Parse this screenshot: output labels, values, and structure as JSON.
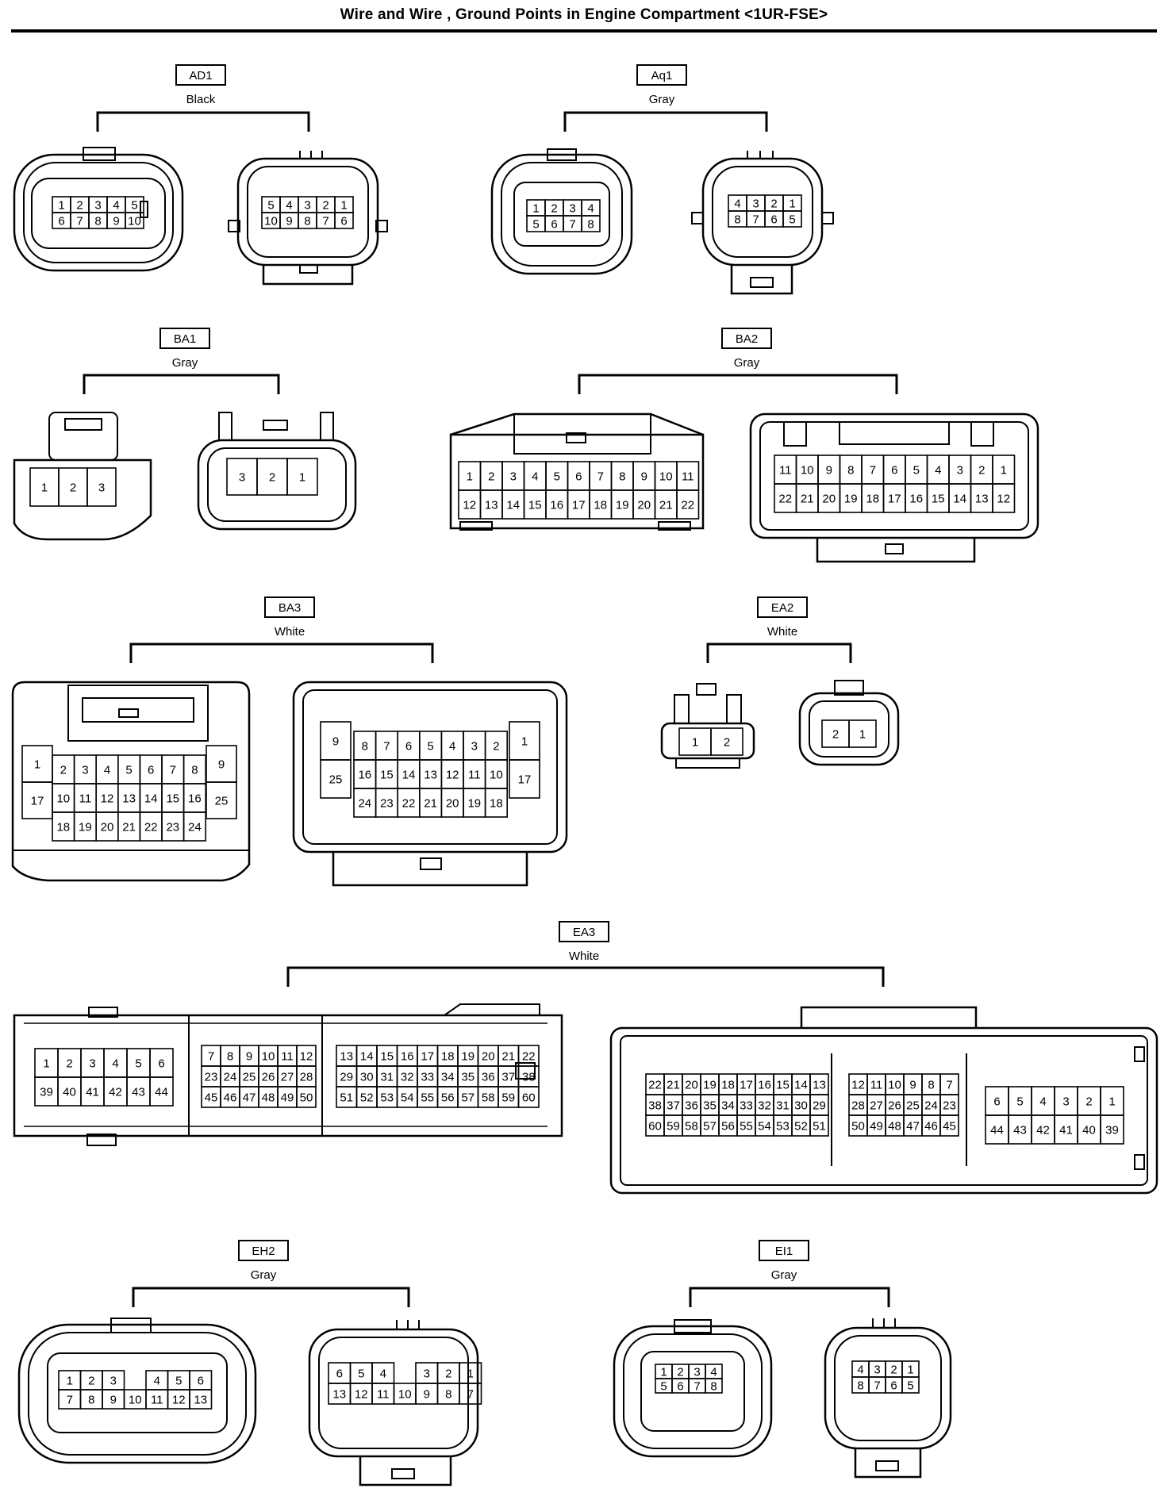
{
  "title": "Wire and Wire , Ground Points in Engine Compartment <1UR-FSE>",
  "connectors": [
    {
      "code": "AD1",
      "color": "Black",
      "left": [
        [
          "1",
          "2",
          "3",
          "4",
          "5"
        ],
        [
          "6",
          "7",
          "8",
          "9",
          "10"
        ]
      ],
      "right": [
        [
          "5",
          "4",
          "3",
          "2",
          "1"
        ],
        [
          "10",
          "9",
          "8",
          "7",
          "6"
        ]
      ]
    },
    {
      "code": "Aq1",
      "color": "Gray",
      "left": [
        [
          "1",
          "2",
          "3",
          "4"
        ],
        [
          "5",
          "6",
          "7",
          "8"
        ]
      ],
      "right": [
        [
          "4",
          "3",
          "2",
          "1"
        ],
        [
          "8",
          "7",
          "6",
          "5"
        ]
      ]
    },
    {
      "code": "BA1",
      "color": "Gray",
      "left": [
        [
          "1",
          "2",
          "3"
        ]
      ],
      "right": [
        [
          "3",
          "2",
          "1"
        ]
      ]
    },
    {
      "code": "BA2",
      "color": "Gray",
      "left": [
        [
          "1",
          "2",
          "3",
          "4",
          "5",
          "6",
          "7",
          "8",
          "9",
          "10",
          "11"
        ],
        [
          "12",
          "13",
          "14",
          "15",
          "16",
          "17",
          "18",
          "19",
          "20",
          "21",
          "22"
        ]
      ],
      "right": [
        [
          "11",
          "10",
          "9",
          "8",
          "7",
          "6",
          "5",
          "4",
          "3",
          "2",
          "1"
        ],
        [
          "22",
          "21",
          "20",
          "19",
          "18",
          "17",
          "16",
          "15",
          "14",
          "13",
          "12"
        ]
      ]
    },
    {
      "code": "BA3",
      "color": "White",
      "left": {
        "outer_left": [
          "1",
          "17"
        ],
        "rows": [
          [
            "2",
            "3",
            "4",
            "5",
            "6",
            "7",
            "8"
          ],
          [
            "10",
            "11",
            "12",
            "13",
            "14",
            "15",
            "16"
          ],
          [
            "18",
            "19",
            "20",
            "21",
            "22",
            "23",
            "24"
          ]
        ],
        "outer_right": [
          "9",
          "25"
        ]
      },
      "right": {
        "outer_left": [
          "9",
          "25"
        ],
        "rows": [
          [
            "8",
            "7",
            "6",
            "5",
            "4",
            "3",
            "2"
          ],
          [
            "16",
            "15",
            "14",
            "13",
            "12",
            "11",
            "10"
          ],
          [
            "24",
            "23",
            "22",
            "21",
            "20",
            "19",
            "18"
          ]
        ],
        "outer_right": [
          "1",
          "17"
        ]
      }
    },
    {
      "code": "EA2",
      "color": "White",
      "left": [
        [
          "1",
          "2"
        ]
      ],
      "right": [
        [
          "2",
          "1"
        ]
      ]
    },
    {
      "code": "EA3",
      "color": "White",
      "left_blocks": [
        [
          [
            "1",
            "2",
            "3",
            "4",
            "5",
            "6"
          ],
          [
            "39",
            "40",
            "41",
            "42",
            "43",
            "44"
          ]
        ],
        [
          [
            "7",
            "8",
            "9",
            "10",
            "11",
            "12"
          ],
          [
            "23",
            "24",
            "25",
            "26",
            "27",
            "28"
          ],
          [
            "45",
            "46",
            "47",
            "48",
            "49",
            "50"
          ]
        ],
        [
          [
            "13",
            "14",
            "15",
            "16",
            "17",
            "18",
            "19",
            "20",
            "21",
            "22"
          ],
          [
            "29",
            "30",
            "31",
            "32",
            "33",
            "34",
            "35",
            "36",
            "37",
            "38"
          ],
          [
            "51",
            "52",
            "53",
            "54",
            "55",
            "56",
            "57",
            "58",
            "59",
            "60"
          ]
        ]
      ],
      "right_blocks": [
        [
          [
            "22",
            "21",
            "20",
            "19",
            "18",
            "17",
            "16",
            "15",
            "14",
            "13"
          ],
          [
            "38",
            "37",
            "36",
            "35",
            "34",
            "33",
            "32",
            "31",
            "30",
            "29"
          ],
          [
            "60",
            "59",
            "58",
            "57",
            "56",
            "55",
            "54",
            "53",
            "52",
            "51"
          ]
        ],
        [
          [
            "12",
            "11",
            "10",
            "9",
            "8",
            "7"
          ],
          [
            "28",
            "27",
            "26",
            "25",
            "24",
            "23"
          ],
          [
            "50",
            "49",
            "48",
            "47",
            "46",
            "45"
          ]
        ],
        [
          [
            "6",
            "5",
            "4",
            "3",
            "2",
            "1"
          ],
          [
            "44",
            "43",
            "42",
            "41",
            "40",
            "39"
          ]
        ]
      ]
    },
    {
      "code": "EH2",
      "color": "Gray",
      "left": [
        [
          "1",
          "2",
          "3",
          "",
          "4",
          "5",
          "6"
        ],
        [
          "7",
          "8",
          "9",
          "10",
          "11",
          "12",
          "13"
        ]
      ],
      "right": [
        [
          "6",
          "5",
          "4",
          "",
          "3",
          "2",
          "1"
        ],
        [
          "13",
          "12",
          "11",
          "10",
          "9",
          "8",
          "7"
        ]
      ]
    },
    {
      "code": "EI1",
      "color": "Gray",
      "left": [
        [
          "1",
          "2",
          "3",
          "4"
        ],
        [
          "5",
          "6",
          "7",
          "8"
        ]
      ],
      "right": [
        [
          "4",
          "3",
          "2",
          "1"
        ],
        [
          "8",
          "7",
          "6",
          "5"
        ]
      ]
    }
  ]
}
